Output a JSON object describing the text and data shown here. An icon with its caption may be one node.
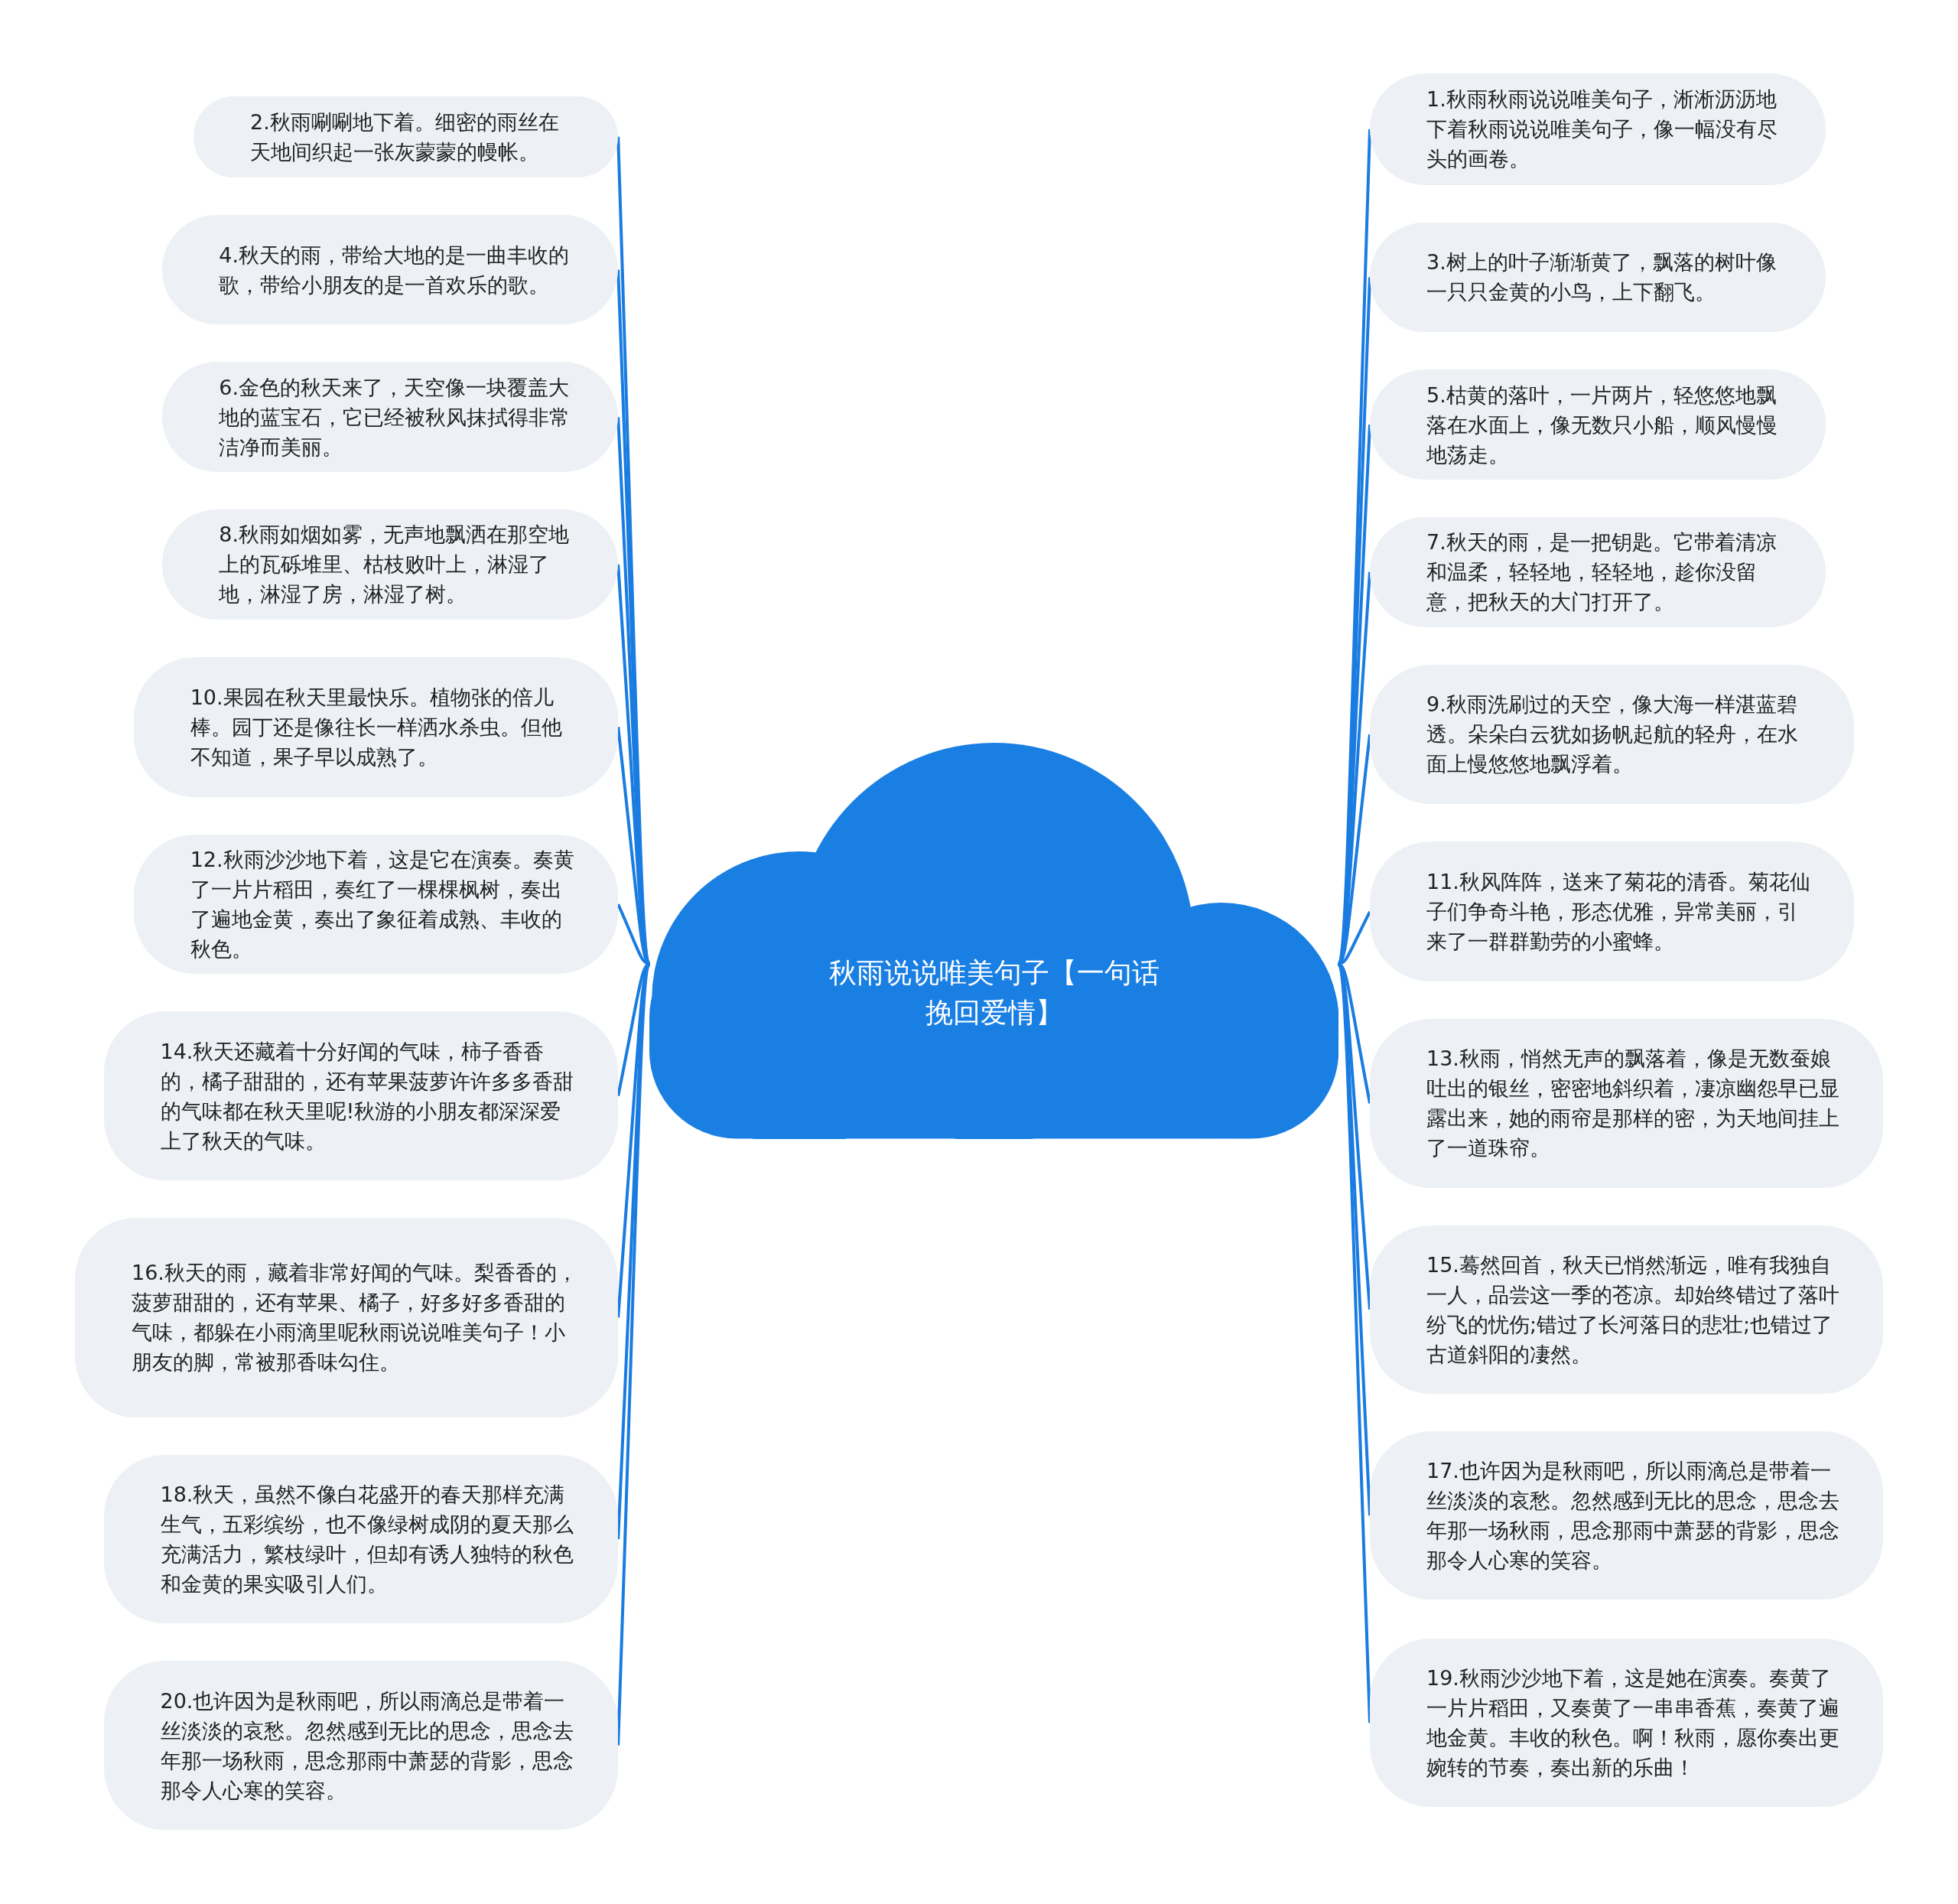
{
  "diagram": {
    "nodes": [
      {
        "text": [
          "秋雨说说唯美句子【一句话挽回爱情】"
        ]
      },
      {
        "text": [
          "1.秋雨秋雨说说唯美句子，淅淅沥沥地下着秋雨说说唯美句子，像一幅没有尽头的画卷。"
        ]
      },
      {
        "text": [
          "2.秋雨唰唰地下着。细密的雨丝在天地间织起一张灰蒙蒙的幔帐。"
        ]
      },
      {
        "text": [
          "3.树上的叶子渐渐黄了，飘落的树叶像一只只金黄的小鸟，上下翻飞。"
        ]
      },
      {
        "text": [
          "4.秋天的雨，带给大地的是一曲丰收的歌，带给小朋友的是一首欢乐的歌。"
        ]
      },
      {
        "text": [
          "5.枯黄的落叶，一片两片，轻悠悠地飘落在水面上，像无数只小船，顺风慢慢地荡走。"
        ]
      },
      {
        "text": [
          "6.金色的秋天来了，天空像一块覆盖大地的蓝宝石，它已经被秋风抹拭得非常洁净而美丽。"
        ]
      },
      {
        "text": [
          "7.秋天的雨，是一把钥匙。它带着清凉和温柔，轻轻地，轻轻地，趁你没留意，把秋天的大门打开了。"
        ]
      },
      {
        "text": [
          "8.秋雨如烟如雾，无声地飘洒在那空地上的瓦砾堆里、枯枝败叶上，淋湿了地，淋湿了房，淋湿了树。"
        ]
      },
      {
        "text": [
          "9.秋雨洗刷过的天空，像大海一样湛蓝碧透。朵朵白云犹如扬帆起航的轻舟，在水面上慢悠悠地飘浮着。"
        ]
      },
      {
        "text": [
          "10.果园在秋天里最快乐。植物张的倍儿棒。园丁还是像往长一样洒水杀虫。但他不知道，果子早以成熟了。"
        ]
      },
      {
        "text": [
          "11.秋风阵阵，送来了菊花的清香。菊花仙子们争奇斗艳，形态优雅，异常美丽，引来了一群群勤劳的小蜜蜂。"
        ]
      },
      {
        "text": [
          "12.秋雨沙沙地下着，这是它在演奏。奏黄了一片片稻田，奏红了一棵棵枫树，奏出了遍地金黄，奏出了象征着成熟、丰收的秋色。"
        ]
      },
      {
        "text": [
          "13.秋雨，悄然无声的飘落着，像是无数蚕娘吐出的银丝，密密地斜织着，凄凉幽怨早已显露出来，她的雨帘是那样的密，为天地间挂上了一道珠帘。"
        ]
      },
      {
        "text": [
          "14.秋天还藏着十分好闻的气味，柿子香香的，橘子甜甜的，还有苹果菠萝许许多多香甜的气味都在秋天里呢!秋游的小朋友都深深爱上了秋天的气味。"
        ]
      },
      {
        "text": [
          "15.蓦然回首，秋天已悄然渐远，唯有我独自一人，品尝这一季的苍凉。却始终错过了落叶纷飞的忧伤;错过了长河落日的悲壮;也错过了古道斜阳的凄然。"
        ]
      },
      {
        "text": [
          "16.秋天的雨，藏着非常好闻的气味。梨香香的，菠萝甜甜的，还有苹果、橘子，好多好多香甜的气味，都躲在小雨滴里呢秋雨说说唯美句子！小朋友的脚，常被那香味勾住。"
        ]
      },
      {
        "text": [
          "17.也许因为是秋雨吧，所以雨滴总是带着一丝淡淡的哀愁。忽然感到无比的思念，思念去年那一场秋雨，思念那雨中萧瑟的背影，思念那令人心寒的笑容。"
        ]
      },
      {
        "text": [
          "18.秋天，虽然不像白花盛开的春天那样充满生气，五彩缤纷，也不像绿树成阴的夏天那么充满活力，繁枝绿叶，但却有诱人独特的秋色和金黄的果实吸引人们。"
        ]
      },
      {
        "text": [
          "19.秋雨沙沙地下着，这是她在演奏。奏黄了一片片稻田，又奏黄了一串串香蕉，奏黄了遍地金黄。丰收的秋色。啊！秋雨，愿你奏出更婉转的节奏，奏出新的乐曲！"
        ]
      },
      {
        "text": [
          "20.也许因为是秋雨吧，所以雨滴总是带着一丝淡淡的哀愁。忽然感到无比的思念，思念去年那一场秋雨，思念那雨中萧瑟的背影，思念那令人心寒的笑容。"
        ]
      }
    ],
    "edges": [
      {
        "from": 0,
        "to": 1,
        "arrow": "none"
      },
      {
        "from": 0,
        "to": 2,
        "arrow": "none"
      },
      {
        "from": 0,
        "to": 3,
        "arrow": "none"
      },
      {
        "from": 0,
        "to": 4,
        "arrow": "none"
      },
      {
        "from": 0,
        "to": 5,
        "arrow": "none"
      },
      {
        "from": 0,
        "to": 6,
        "arrow": "none"
      },
      {
        "from": 0,
        "to": 7,
        "arrow": "none"
      },
      {
        "from": 0,
        "to": 8,
        "arrow": "none"
      },
      {
        "from": 0,
        "to": 9,
        "arrow": "none"
      },
      {
        "from": 0,
        "to": 10,
        "arrow": "none"
      },
      {
        "from": 0,
        "to": 11,
        "arrow": "none"
      },
      {
        "from": 0,
        "to": 12,
        "arrow": "none"
      },
      {
        "from": 0,
        "to": 13,
        "arrow": "none"
      },
      {
        "from": 0,
        "to": 14,
        "arrow": "none"
      },
      {
        "from": 0,
        "to": 15,
        "arrow": "none"
      },
      {
        "from": 0,
        "to": 16,
        "arrow": "none"
      },
      {
        "from": 0,
        "to": 17,
        "arrow": "none"
      },
      {
        "from": 0,
        "to": 18,
        "arrow": "none"
      },
      {
        "from": 0,
        "to": 19,
        "arrow": "none"
      },
      {
        "from": 0,
        "to": 20,
        "arrow": "none"
      }
    ]
  }
}
